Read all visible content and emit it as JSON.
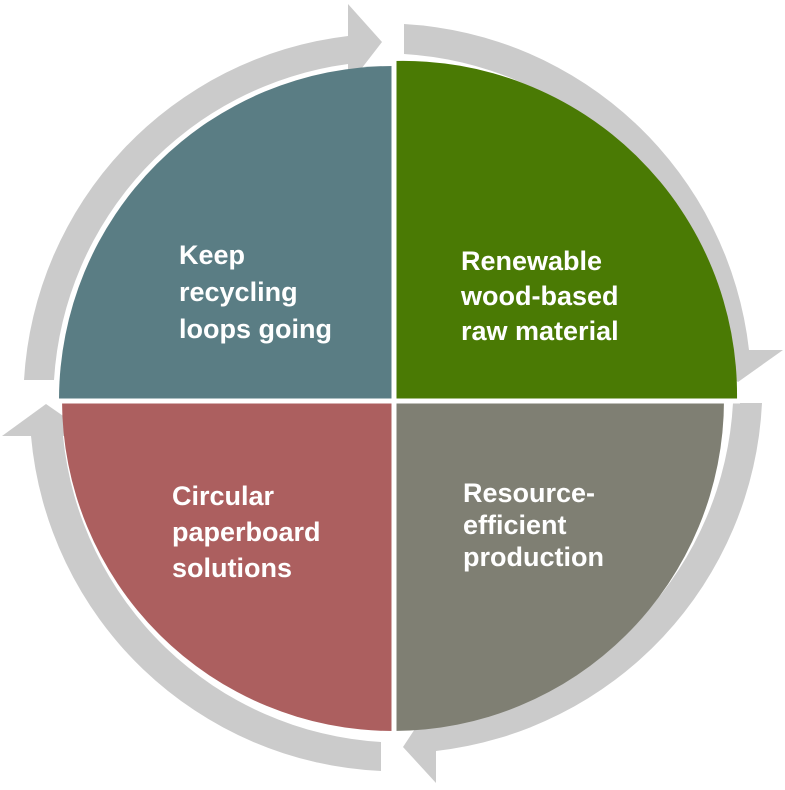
{
  "diagram": {
    "type": "circular-cycle",
    "colors": {
      "top_left": "#5a7d84",
      "top_right": "#4a7a04",
      "bottom_right": "#7f7f73",
      "bottom_left": "#ac5f5f",
      "ring": "#cbcbcb",
      "text": "#ffffff",
      "divider": "#ffffff"
    },
    "quadrants": {
      "top_left": {
        "lines": [
          "Keep",
          "recycling",
          "loops going"
        ]
      },
      "top_right": {
        "lines": [
          "Renewable",
          "wood-based",
          "raw material"
        ]
      },
      "bottom_right": {
        "lines": [
          "Resource-",
          "efficient",
          "production"
        ]
      },
      "bottom_left": {
        "lines": [
          "Circular",
          "paperboard",
          "solutions"
        ]
      }
    },
    "flow_direction": "clockwise"
  }
}
